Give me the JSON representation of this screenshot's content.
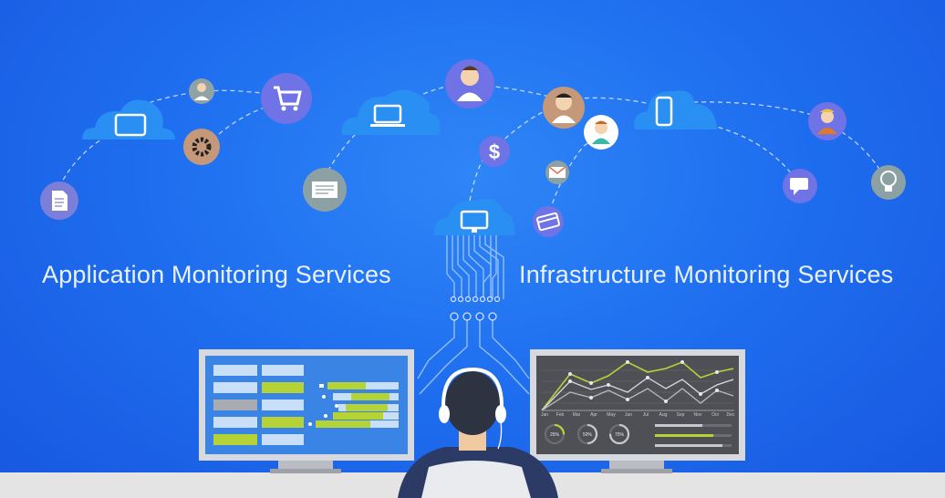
{
  "headings": {
    "application": "Application Monitoring Services",
    "infrastructure": "Infrastructure Monitoring Services"
  },
  "icons": [
    "document-icon",
    "tablet-cloud-icon",
    "user-icon",
    "gear-icon",
    "cart-icon",
    "newsletter-icon",
    "laptop-cloud-icon",
    "user-icon",
    "dollar-icon",
    "user-icon",
    "user-icon",
    "mail-icon",
    "credit-card-icon",
    "phone-cloud-icon",
    "user-icon",
    "chat-icon",
    "lightbulb-icon",
    "monitor-cloud-icon"
  ],
  "right_monitor": {
    "months": [
      "Jan",
      "Feb",
      "Mar",
      "Apr",
      "May",
      "Jun",
      "Jul",
      "Aug",
      "Sep",
      "Nov",
      "Oct",
      "Dec"
    ],
    "gauges": [
      "25%",
      "50%",
      "75%"
    ]
  },
  "colors": {
    "background": "#1f6ff0",
    "accent_green": "#b5d335",
    "cloud": "#2a8ff2",
    "icon_purple": "#6f73e6"
  }
}
